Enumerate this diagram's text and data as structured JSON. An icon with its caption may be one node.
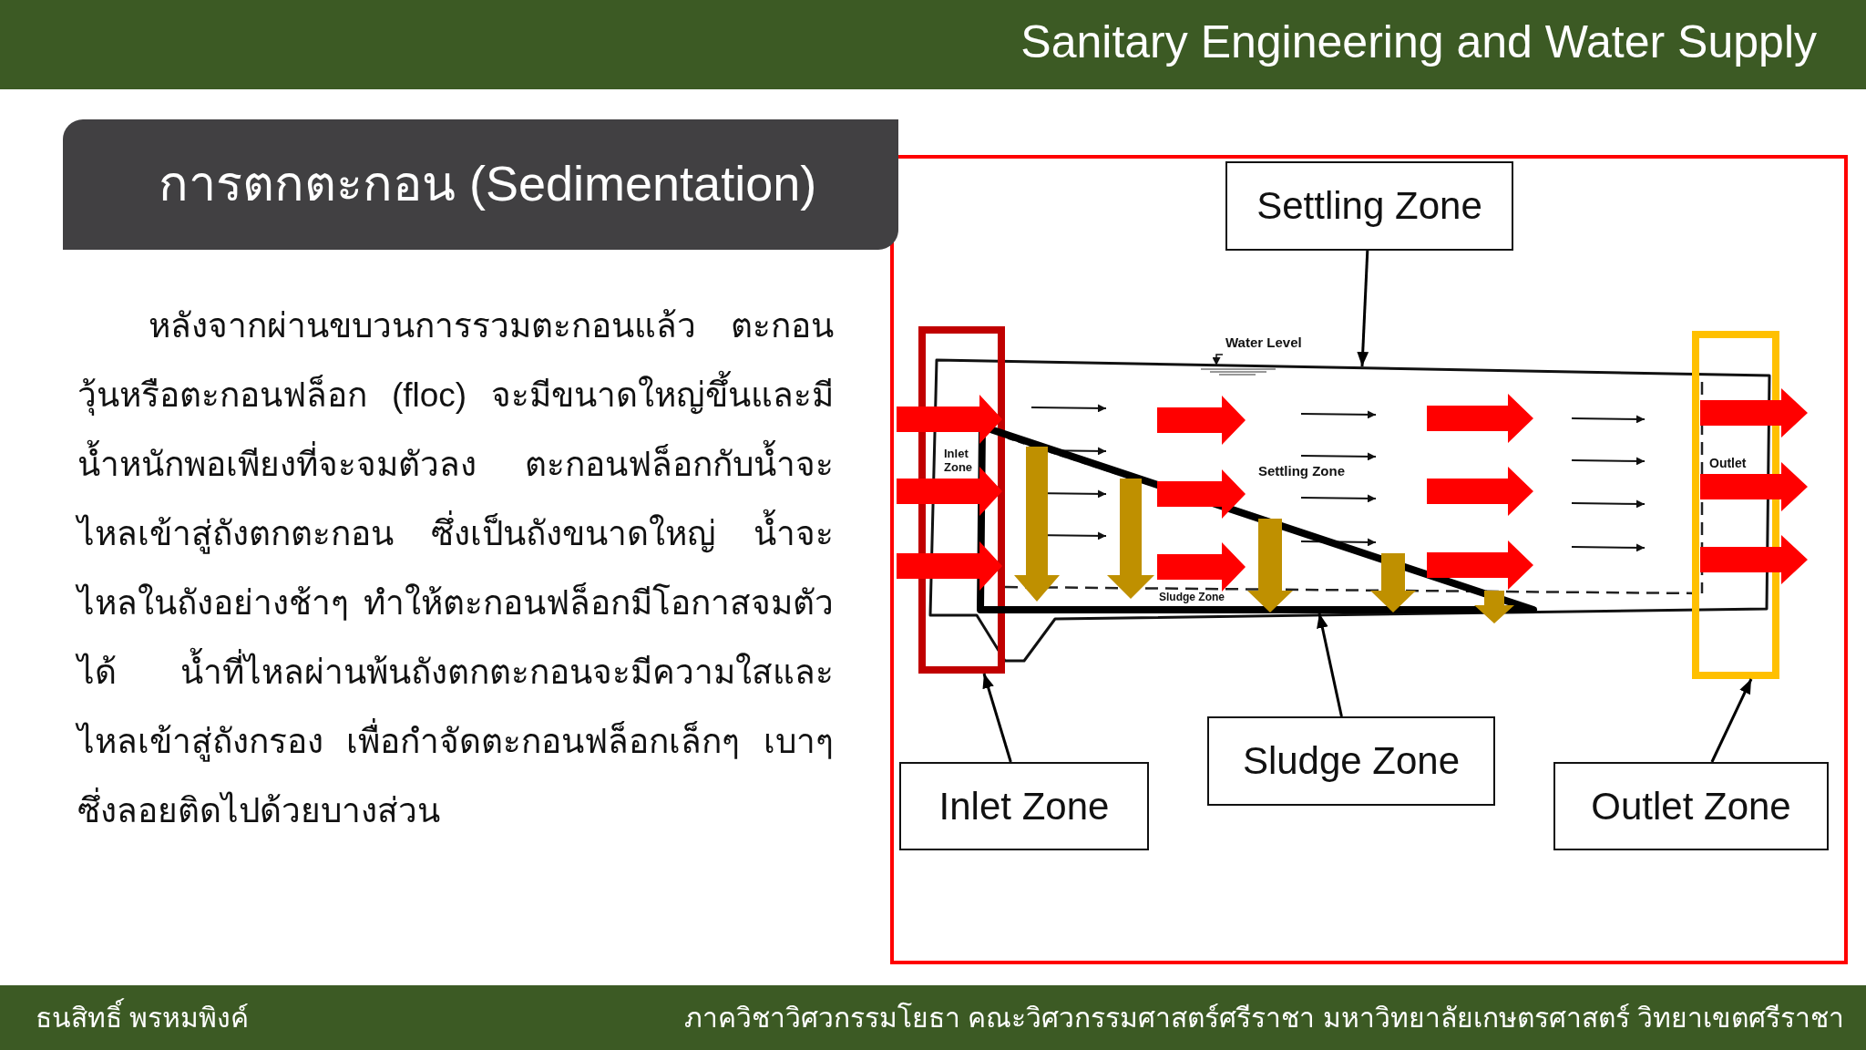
{
  "diagram": {
    "title": "การตกตะกอน (Sedimentation)",
    "nodes": [
      {
        "text": [
          "Settling Zone"
        ]
      },
      {
        "text": [],
        "shape": "box"
      },
      {
        "text": [],
        "shape": "triangle"
      },
      {
        "text": [],
        "shape": "box"
      },
      {
        "text": [
          "Inlet Zone"
        ]
      },
      {
        "text": [
          "Sludge Zone"
        ]
      },
      {
        "text": [
          "Outlet Zone"
        ]
      }
    ],
    "edges": [
      {
        "from": 0,
        "to": null,
        "arrow": "to"
      },
      {
        "from": 4,
        "to": 1,
        "arrow": "to"
      },
      {
        "from": 5,
        "to": 2,
        "arrow": "to"
      },
      {
        "from": 6,
        "to": 3,
        "arrow": "to"
      }
    ],
    "labels": [
      "Sanitary Engineering and Water Supply",
      "หลังจากผ่านขบวนการรวมตะกอนแล้ว ตะกอนวุ้นหรือตะกอนฟล็อก (floc) จะมีขนาดใหญ่ขึ้นและมีน้ำหนักพอเพียงที่จะจมตัวลง ตะกอนฟล็อกกับน้ำจะไหลเข้าสู่ถังตกตะกอน ซึ่งเป็นถังขนาดใหญ่ น้ำจะไหลในถังอย่างช้าๆ ทำให้ตะกอนฟล็อกมีโอกาสจมตัวได้ น้ำที่ไหลผ่านพ้นถังตกตะกอนจะมีความใสและไหลเข้าสู่ถังกรอง เพื่อกำจัดตะกอนฟล็อกเล็กๆ เบาๆ ซึ่งลอยติดไปด้วยบางส่วน",
      "Water Level",
      "Inlet Zone",
      "Settling Zone",
      "Outlet",
      "Sludge Zone",
      "ธนสิทธิ์ พรหมพิงค์",
      "ภาควิชาวิศวกรรมโยธา คณะวิศวกรรมศาสตร์ศรีราชา มหาวิทยาลัยเกษตรศาสตร์ วิทยาเขตศรีราชา"
    ]
  }
}
